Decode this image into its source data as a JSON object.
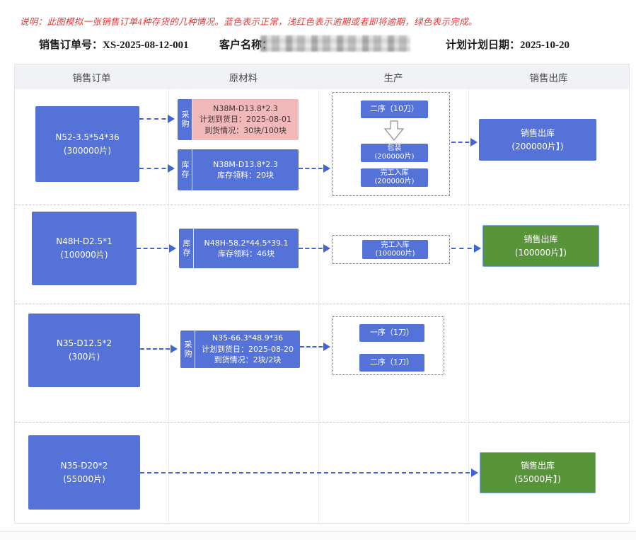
{
  "note": "说明：此图模拟一张销售订单4种存货的几种情况。蓝色表示正常，浅红色表示逾期或者即将逾期，绿色表示完成。",
  "info": {
    "order_no_label": "销售订单号：",
    "order_no": "XS-2025-08-12-001",
    "customer_label": "客户名称：",
    "plan_date_label": "计划计划日期：",
    "plan_date": "2025-10-20"
  },
  "columns": {
    "c0": "销售订单",
    "c1": "原材料",
    "c2": "生产",
    "c3": "销售出库"
  },
  "colors": {
    "normal_blue": "#5572d9",
    "overdue_pink": "#f0b8b8",
    "done_green": "#58953a",
    "arrow_blue": "#3e63da",
    "note_red": "#e23a3a"
  },
  "rows": [
    {
      "order": {
        "l1": "N52-3.5*54*36",
        "l2": "(300000片)"
      },
      "purchase": {
        "tab": "采购",
        "l1": "N38M-D13.8*2.3",
        "l2": "计划到货日：2025-08-01",
        "l3": "到货情况：30块/100块"
      },
      "stock": {
        "tab": "库存",
        "l1": "N38M-D13.8*2.3",
        "l2": "库存领料：20块"
      },
      "prod1": {
        "l1": "二序（10刀）"
      },
      "prod2": {
        "l1": "包装",
        "l2": "(200000片)"
      },
      "prod3": {
        "l1": "完工入库",
        "l2": "(200000片)"
      },
      "out": {
        "l1": "销售出库",
        "l2": "(200000片】)"
      }
    },
    {
      "order": {
        "l1": "N48H-D2.5*1",
        "l2": "(100000片)"
      },
      "stock": {
        "tab": "库存",
        "l1": "N48H-58.2*44.5*39.1",
        "l2": "库存领料：46块"
      },
      "prod1": {
        "l1": "完工入库",
        "l2": "(100000片)"
      },
      "out": {
        "l1": "销售出库",
        "l2": "(100000片】)"
      }
    },
    {
      "order": {
        "l1": "N35-D12.5*2",
        "l2": "(300片)"
      },
      "purchase": {
        "tab": "采购",
        "l1": "N35-66.3*48.9*36",
        "l2": "计划到货日：2025-08-20",
        "l3": "到货情况：2块/2块"
      },
      "prod1": {
        "l1": "一序（1刀）"
      },
      "prod2": {
        "l1": "二序（1刀）"
      }
    },
    {
      "order": {
        "l1": "N35-D20*2",
        "l2": "(55000片)"
      },
      "out": {
        "l1": "销售出库",
        "l2": "(55000片】)"
      }
    }
  ]
}
